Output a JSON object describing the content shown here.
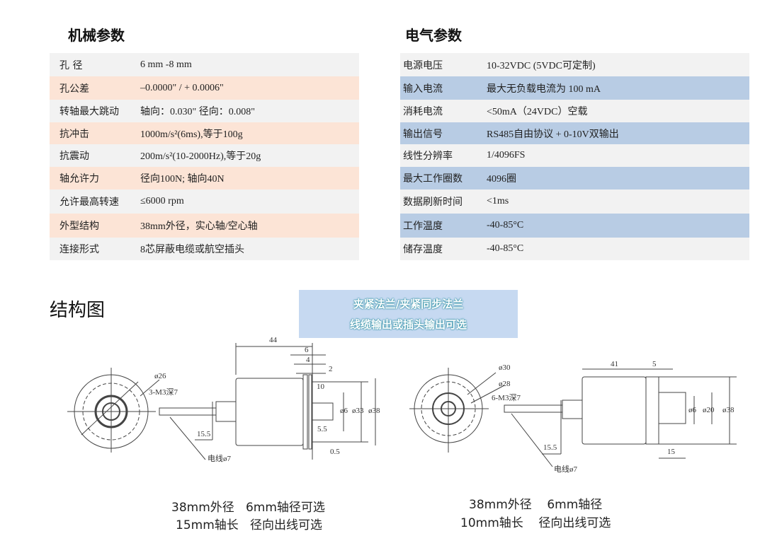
{
  "mechanical": {
    "title": "机械参数",
    "rows": [
      {
        "k": "孔  径",
        "v": "6 mm -8 mm"
      },
      {
        "k": "孔公差",
        "v": "–0.0000\" / + 0.0006\""
      },
      {
        "k": "转轴最大跳动",
        "v": "轴向：0.030\"    径向：0.008\""
      },
      {
        "k": "抗冲击",
        "v": "1000m/s²(6ms),等于100g"
      },
      {
        "k": "抗震动",
        "v": "200m/s²(10-2000Hz),等于20g"
      },
      {
        "k": "轴允许力",
        "v": "径向100N; 轴向40N"
      },
      {
        "k": "允许最高转速",
        "v": "≤6000 rpm"
      },
      {
        "k": "外型结构",
        "v": "38mm外径，实心轴/空心轴"
      },
      {
        "k": "连接形式",
        "v": "8芯屏蔽电缆或航空插头"
      }
    ]
  },
  "electrical": {
    "title": "电气参数",
    "rows": [
      {
        "k": "电源电压",
        "v": "10-32VDC (5VDC可定制)"
      },
      {
        "k": "输入电流",
        "v": "最大无负载电流为 100 mA"
      },
      {
        "k": "消耗电流",
        "v": "<50mA（24VDC）空载"
      },
      {
        "k": "输出信号",
        "v": "RS485自由协议 + 0-10V双输出"
      },
      {
        "k": "线性分辨率",
        "v": "1/4096FS"
      },
      {
        "k": "最大工作圈数",
        "v": "4096圈"
      },
      {
        "k": "数据刷新时间",
        "v": "<1ms"
      },
      {
        "k": "工作温度",
        "v": "-40-85°C"
      },
      {
        "k": "储存温度",
        "v": "-40-85°C"
      }
    ]
  },
  "structure": {
    "title": "结构图",
    "banner": [
      "夹紧法兰/夹紧同步法兰",
      "线缆输出或插头输出可选"
    ],
    "left": {
      "dims": [
        "44",
        "6",
        "4",
        "2",
        "10",
        "ø26",
        "3-M3深7",
        "ø6",
        "ø33",
        "ø38",
        "5.5",
        "15.5",
        "0.5",
        "电线ø7"
      ],
      "caption": [
        "38mm外径   6mm轴径可选",
        "15mm轴长   径向出线可选"
      ]
    },
    "right": {
      "dims": [
        "41",
        "5",
        "ø30",
        "ø28",
        "6-M3深7",
        "ø6",
        "ø20",
        "ø38",
        "15.5",
        "15",
        "电线ø7"
      ],
      "caption": [
        "38mm外径    6mm轴径",
        "10mm轴长    径向出线可选"
      ]
    }
  },
  "colors": {
    "peach": "#fce4d6",
    "gray": "#f2f2f2",
    "blue": "#b8cce4",
    "banner": "#c6d9f1"
  }
}
